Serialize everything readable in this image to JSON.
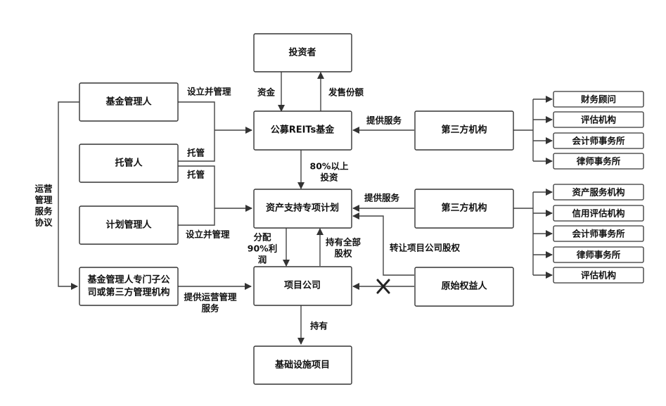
{
  "nodes": {
    "investor": "投资者",
    "fund_manager": "基金管理人",
    "custodian": "托管人",
    "plan_manager": "计划管理人",
    "subsidiary": [
      "基金管理人专门子公",
      "司或第三方管理机构"
    ],
    "reits_fund": "公募REITs基金",
    "abs_plan": "资产支持专项计划",
    "project_company": "项目公司",
    "infrastructure": "基础设施项目",
    "third_party_1": "第三方机构",
    "third_party_2": "第三方机构",
    "original_owner": "原始权益人"
  },
  "group1": [
    "财务顾问",
    "评估机构",
    "会计师事务所",
    "律师事务所"
  ],
  "group2": [
    "资产服务机构",
    "信用评估机构",
    "会计师事务所",
    "律师事务所",
    "评估机构"
  ],
  "labels": {
    "capital": "资金",
    "issue_shares": "发售份额",
    "establish_manage_1": "设立并管理",
    "custody_1": "托管",
    "custody_2": "托管",
    "establish_manage_2": "设立并管理",
    "operation_agreement": [
      "运营",
      "管理",
      "服务",
      "协议"
    ],
    "provide_service_1": "提供服务",
    "provide_service_2": "提供服务",
    "invest_80": [
      "80%以上",
      "投资"
    ],
    "distribute": [
      "分配",
      "90%利",
      "润"
    ],
    "hold_all_equity": [
      "持有全部",
      "股权"
    ],
    "transfer_equity": "转让项目公司股权",
    "provide_ops_service": [
      "提供运营管理",
      "服务"
    ],
    "hold": "持有"
  }
}
